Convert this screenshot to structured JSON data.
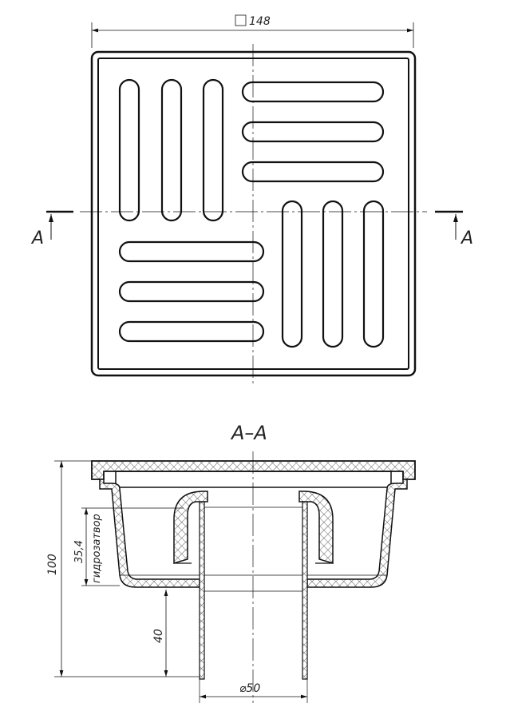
{
  "top_view": {
    "size_dim": "148",
    "section_mark_left": "A",
    "section_mark_right": "A"
  },
  "section": {
    "title": "A–A",
    "dim_height": "100",
    "dim_seal": "35,4",
    "seal_label": "гидрозатвор",
    "dim_outlet": "40",
    "dim_diameter": "⌀50"
  }
}
